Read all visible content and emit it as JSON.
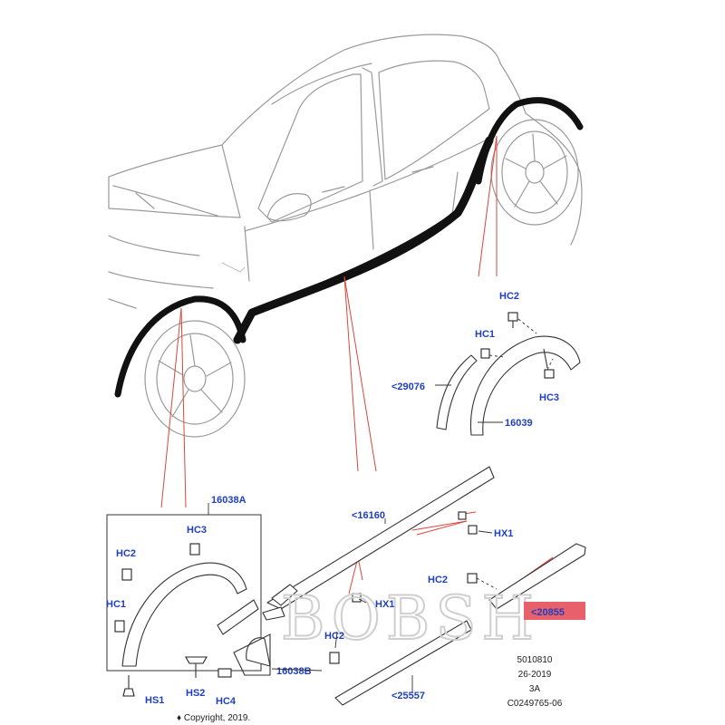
{
  "labels": {
    "hc2_top": "HC2",
    "hc1_top": "HC1",
    "p29076": "<29076",
    "hc3_top": "HC3",
    "p16039": "16039",
    "p16038a": "16038A",
    "hc3_box": "HC3",
    "hc2_box": "HC2",
    "hc1_box": "HC1",
    "hs1": "HS1",
    "hs2": "HS2",
    "hc4": "HC4",
    "p16038b": "16038B",
    "p16160": "<16160",
    "hx1_right": "HX1",
    "hx1_mid": "HX1",
    "hc2_mid": "HC2",
    "hc2_bottom": "HC2",
    "p20855": "<20855",
    "p25557": "<25557"
  },
  "highlight_color": "#e8606a",
  "label_color": "#1f3fbf",
  "leader_color": "#d9463c",
  "meta": {
    "line1": "5010810",
    "line2": "26-2019",
    "line3": "3A",
    "line4": "C0249765-06"
  },
  "copyright": "♦ Copyright, 2019.",
  "watermark": "BOBSH"
}
